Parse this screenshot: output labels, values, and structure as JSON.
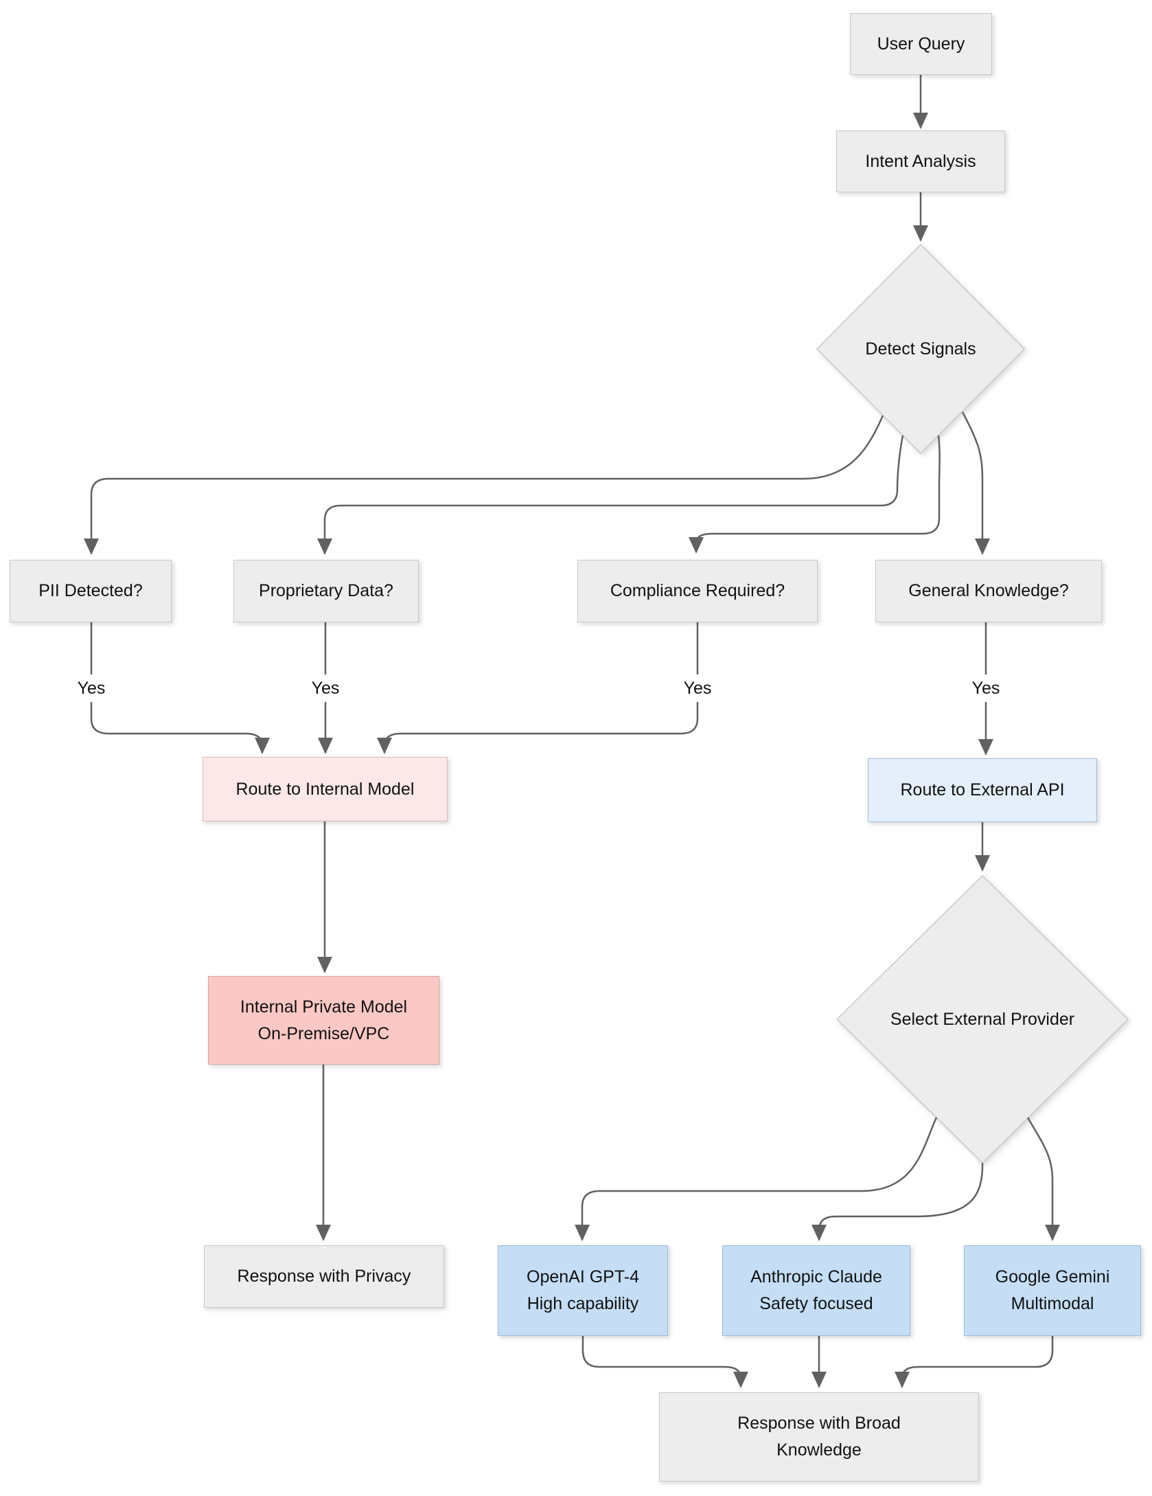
{
  "diagram": {
    "nodes": {
      "user_query": "User Query",
      "intent_analysis": "Intent Analysis",
      "detect_signals": "Detect Signals",
      "pii_detected": "PII Detected?",
      "proprietary_data": "Proprietary Data?",
      "compliance_required": "Compliance Required?",
      "general_knowledge": "General Knowledge?",
      "route_internal": "Route to Internal Model",
      "route_external": "Route to External API",
      "internal_model": "Internal Private Model\nOn-Premise/VPC",
      "select_provider": "Select External Provider",
      "response_privacy": "Response with Privacy",
      "openai": "OpenAI GPT-4\nHigh capability",
      "anthropic": "Anthropic Claude\nSafety focused",
      "gemini": "Google Gemini\nMultimodal",
      "response_broad": "Response with Broad\nKnowledge"
    },
    "edge_labels": {
      "pii_yes": "Yes",
      "proprietary_yes": "Yes",
      "compliance_yes": "Yes",
      "general_yes": "Yes"
    },
    "edges": [
      {
        "from": "user_query",
        "to": "intent_analysis",
        "label": ""
      },
      {
        "from": "intent_analysis",
        "to": "detect_signals",
        "label": ""
      },
      {
        "from": "detect_signals",
        "to": "pii_detected",
        "label": ""
      },
      {
        "from": "detect_signals",
        "to": "proprietary_data",
        "label": ""
      },
      {
        "from": "detect_signals",
        "to": "compliance_required",
        "label": ""
      },
      {
        "from": "detect_signals",
        "to": "general_knowledge",
        "label": ""
      },
      {
        "from": "pii_detected",
        "to": "route_internal",
        "label": "Yes"
      },
      {
        "from": "proprietary_data",
        "to": "route_internal",
        "label": "Yes"
      },
      {
        "from": "compliance_required",
        "to": "route_internal",
        "label": "Yes"
      },
      {
        "from": "general_knowledge",
        "to": "route_external",
        "label": "Yes"
      },
      {
        "from": "route_internal",
        "to": "internal_model",
        "label": ""
      },
      {
        "from": "route_external",
        "to": "select_provider",
        "label": ""
      },
      {
        "from": "internal_model",
        "to": "response_privacy",
        "label": ""
      },
      {
        "from": "select_provider",
        "to": "openai",
        "label": ""
      },
      {
        "from": "select_provider",
        "to": "anthropic",
        "label": ""
      },
      {
        "from": "select_provider",
        "to": "gemini",
        "label": ""
      },
      {
        "from": "openai",
        "to": "response_broad",
        "label": ""
      },
      {
        "from": "anthropic",
        "to": "response_broad",
        "label": ""
      },
      {
        "from": "gemini",
        "to": "response_broad",
        "label": ""
      }
    ],
    "colors": {
      "default_node_fill": "#ededed",
      "default_node_border": "#c9c9c9",
      "internal_route_fill": "#fce8e8",
      "internal_route_border": "#ddbbbb",
      "internal_model_fill": "#fcc8c5",
      "internal_model_border": "#d6a4a1",
      "external_route_fill": "#e4effb",
      "external_route_border": "#a3bad6",
      "provider_fill": "#c5def6",
      "provider_border": "#9bbbdd",
      "edge_color": "#616161",
      "text_color": "#111111"
    }
  }
}
